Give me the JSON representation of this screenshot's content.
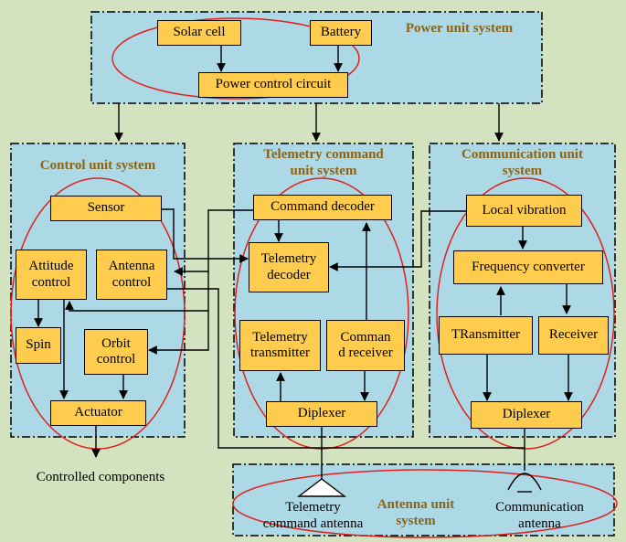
{
  "systems": {
    "power": {
      "title": "Power unit system"
    },
    "control": {
      "title": "Control unit system"
    },
    "telemetry": {
      "title_line1": "Telemetry command",
      "title_line2": "unit system"
    },
    "communication": {
      "title_line1": "Communication unit",
      "title_line2": "system"
    },
    "antenna": {
      "title_line1": "Antenna unit",
      "title_line2": "system"
    }
  },
  "blocks": {
    "solar_cell": "Solar cell",
    "battery": "Battery",
    "power_control_circuit": "Power control circuit",
    "sensor": "Sensor",
    "attitude_control_line1": "Attitude",
    "attitude_control_line2": "control",
    "antenna_control_line1": "Antenna",
    "antenna_control_line2": "control",
    "spin": "Spin",
    "orbit_control_line1": "Orbit",
    "orbit_control_line2": "control",
    "actuator": "Actuator",
    "command_decoder": "Command decoder",
    "telemetry_decoder_line1": "Telemetry",
    "telemetry_decoder_line2": "decoder",
    "telemetry_transmitter_line1": "Telemetry",
    "telemetry_transmitter_line2": "transmitter",
    "command_receiver_line1": "Comman",
    "command_receiver_line2": "d receiver",
    "diplexer_tel": "Diplexer",
    "local_vibration": "Local vibration",
    "frequency_converter": "Frequency converter",
    "transmitter": "TRansmitter",
    "receiver": "Receiver",
    "diplexer_comm": "Diplexer"
  },
  "labels": {
    "controlled_components": "Controlled components",
    "telemetry_antenna_line1": "Telemetry",
    "telemetry_antenna_line2": "command antenna",
    "communication_antenna_line1": "Communication",
    "communication_antenna_line2": "antenna"
  },
  "colors": {
    "background": "#d3e2bf",
    "panel": "#add8e6",
    "block": "#ffcc4d",
    "ellipse": "#e0201c",
    "title": "#8a6414"
  }
}
